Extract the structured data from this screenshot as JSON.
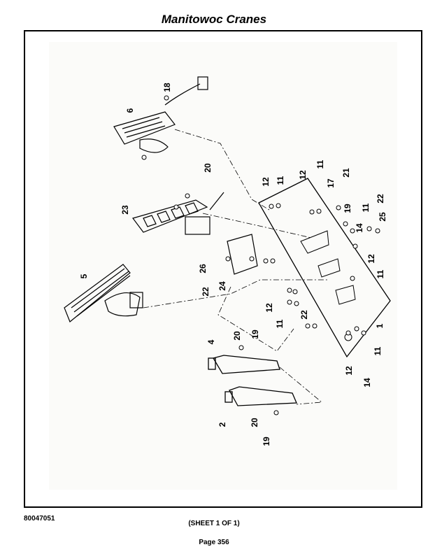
{
  "header": {
    "title": "Manitowoc Cranes"
  },
  "footer": {
    "drawing_number": "80047051",
    "sheet_label": "(SHEET 1 OF 1)",
    "page_label": "Page 356"
  },
  "callouts": [
    {
      "id": "c18",
      "label": "18"
    },
    {
      "id": "c6",
      "label": "6"
    },
    {
      "id": "c20a",
      "label": "20"
    },
    {
      "id": "c23",
      "label": "23"
    },
    {
      "id": "c5",
      "label": "5"
    },
    {
      "id": "c26",
      "label": "26"
    },
    {
      "id": "c22a",
      "label": "22"
    },
    {
      "id": "c24",
      "label": "24"
    },
    {
      "id": "c12a",
      "label": "12"
    },
    {
      "id": "c11a",
      "label": "11"
    },
    {
      "id": "c12b",
      "label": "12"
    },
    {
      "id": "c11b",
      "label": "11"
    },
    {
      "id": "c17",
      "label": "17"
    },
    {
      "id": "c21",
      "label": "21"
    },
    {
      "id": "c19a",
      "label": "19"
    },
    {
      "id": "c14a",
      "label": "14"
    },
    {
      "id": "c11c",
      "label": "11"
    },
    {
      "id": "c22b",
      "label": "22"
    },
    {
      "id": "c25",
      "label": "25"
    },
    {
      "id": "c12c",
      "label": "12"
    },
    {
      "id": "c11d",
      "label": "11"
    },
    {
      "id": "c12d",
      "label": "12"
    },
    {
      "id": "c11e",
      "label": "11"
    },
    {
      "id": "c22c",
      "label": "22"
    },
    {
      "id": "c1",
      "label": "1"
    },
    {
      "id": "c20b",
      "label": "20"
    },
    {
      "id": "c19b",
      "label": "19"
    },
    {
      "id": "c4",
      "label": "4"
    },
    {
      "id": "c11f",
      "label": "11"
    },
    {
      "id": "c12e",
      "label": "12"
    },
    {
      "id": "c14b",
      "label": "14"
    },
    {
      "id": "c20c",
      "label": "20"
    },
    {
      "id": "c2",
      "label": "2"
    },
    {
      "id": "c19c",
      "label": "19"
    }
  ]
}
